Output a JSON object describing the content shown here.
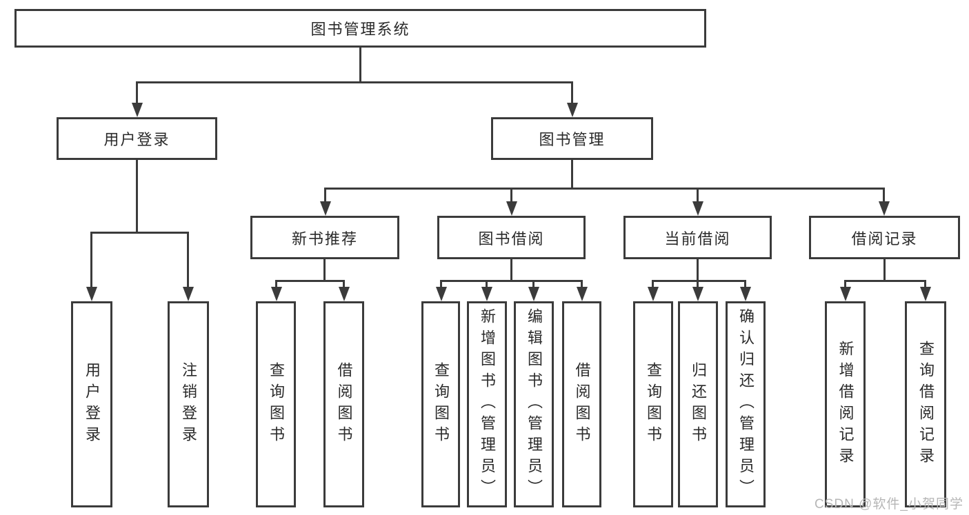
{
  "diagram": {
    "root": {
      "label": "图书管理系统"
    },
    "level2": {
      "user_login": {
        "label": "用户登录"
      },
      "book_management": {
        "label": "图书管理"
      }
    },
    "level3": {
      "new_book_recommend": {
        "label": "新书推荐"
      },
      "book_borrow": {
        "label": "图书借阅"
      },
      "current_borrow": {
        "label": "当前借阅"
      },
      "borrow_record": {
        "label": "借阅记录"
      }
    },
    "leaves": {
      "user_login_leaf": {
        "label": "用户登录"
      },
      "logout_leaf": {
        "label": "注销登录"
      },
      "recommend_query_book": {
        "label": "查询图书"
      },
      "recommend_borrow_book": {
        "label": "借阅图书"
      },
      "borrow_query_book": {
        "label": "查询图书"
      },
      "borrow_add_book": {
        "label": "新增图书（管理员）"
      },
      "borrow_edit_book": {
        "label": "编辑图书（管理员）"
      },
      "borrow_borrow_book": {
        "label": "借阅图书"
      },
      "current_query_book": {
        "label": "查询图书"
      },
      "current_return_book": {
        "label": "归还图书"
      },
      "current_confirm_return": {
        "label": "确认归还（管理员）"
      },
      "record_add_record": {
        "label": "新增借阅记录"
      },
      "record_query_record": {
        "label": "查询借阅记录"
      }
    },
    "watermark": "CSDN @软件_小贺同学",
    "colors": {
      "line": "#3b3b3b",
      "text": "#2a2a2a",
      "watermark": "#b6b6b6",
      "background": "#ffffff"
    }
  }
}
